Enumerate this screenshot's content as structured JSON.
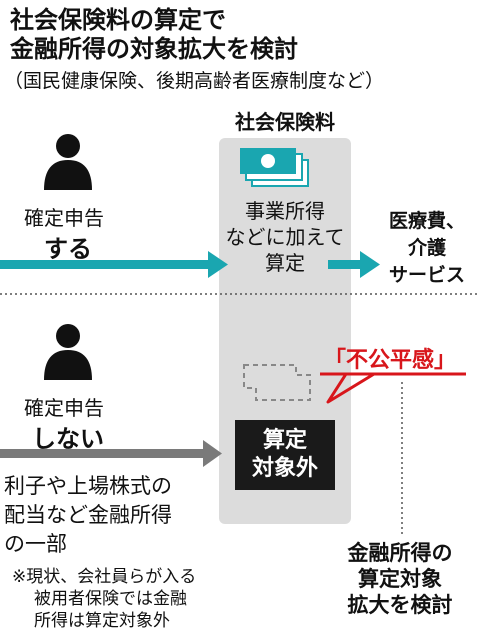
{
  "title": {
    "line1": "社会保険料の算定で",
    "line2": "金融所得の対象拡大を検討",
    "subtitle": "（国民健康保険、後期高齢者医療制度など）"
  },
  "column": {
    "title": "社会保険料"
  },
  "top_row": {
    "label": "確定申告",
    "emphasis": "する",
    "center_text": [
      "事業所得",
      "などに加えて",
      "算定"
    ],
    "right_text": [
      "医療費、",
      "介護",
      "サービス"
    ]
  },
  "bottom_row": {
    "label": "確定申告",
    "emphasis": "しない",
    "box_text": [
      "算定",
      "対象外"
    ],
    "income_text": [
      "利子や上場株式の",
      "配当など金融所得",
      "の一部"
    ],
    "unfairness": "「不公平感」"
  },
  "note": [
    "※現状、会社員らが入る",
    "被用者保険では金融",
    "所得は算定対象外"
  ],
  "conclusion": [
    "金融所得の",
    "算定対象",
    "拡大を検討"
  ],
  "colors": {
    "teal": "#1aa6b0",
    "gray_arrow": "#7a7a7a",
    "column_bg": "#dcdcdc",
    "red": "#d8161b",
    "box_bg": "#1a1a1a"
  },
  "icons": [
    "person-icon",
    "person-icon",
    "money-bills-icon",
    "dashed-money-icon"
  ]
}
